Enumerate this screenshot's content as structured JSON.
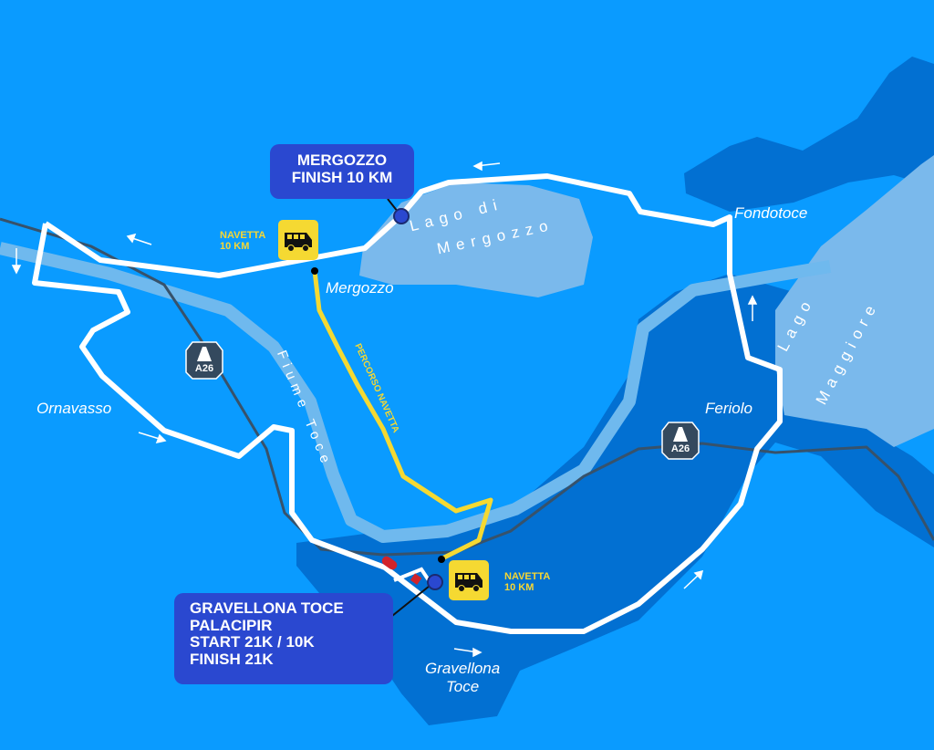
{
  "colors": {
    "water": "#0a9bff",
    "land_dark": "#0270d2",
    "lake": "#7ab9ec",
    "river": "#6fb9ee",
    "route": "#ffffff",
    "shuttle_route": "#f5d932",
    "highway": "#37526b",
    "callout": "#2a48d0"
  },
  "callouts": {
    "mergozzo": [
      "MERGOZZO",
      "FINISH 10 KM"
    ],
    "gravellona": [
      "GRAVELLONA TOCE",
      "PALACIPIR",
      "START 21K / 10K",
      "FINISH 21K"
    ]
  },
  "shuttle": {
    "label": "NAVETTA",
    "distance": "10 KM",
    "route_label": "PERCORSO NAVETTA",
    "icon": "bus-icon"
  },
  "places": {
    "fondotoce": "Fondotoce",
    "mergozzo": "Mergozzo",
    "ornavasso": "Ornavasso",
    "feriolo": "Feriolo",
    "gravellona_1": "Gravellona",
    "gravellona_2": "Toce"
  },
  "water": {
    "lago_mergozzo_1": "Lago di",
    "lago_mergozzo_2": "Mergozzo",
    "lago_maggiore_1": "Lago",
    "lago_maggiore_2": "Maggiore",
    "fiume_toce": "Fiume Toce"
  },
  "highway": {
    "label": "A26",
    "icon": "highway-shield-icon"
  }
}
